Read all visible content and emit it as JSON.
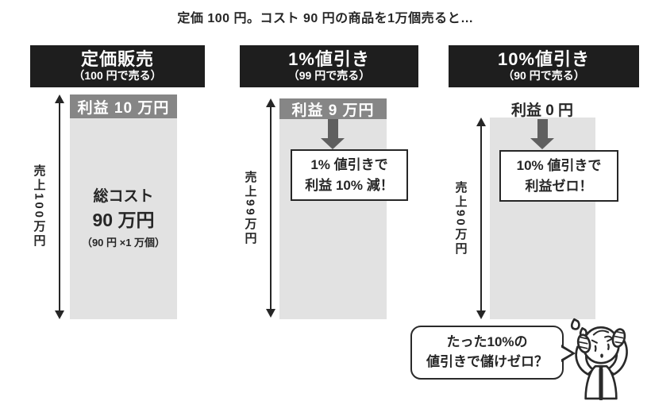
{
  "title": "定価 100 円。コスト 90 円の商品を1万個売ると…",
  "columns": [
    {
      "id": "regular-price",
      "header": {
        "line1": "定価販売",
        "line2": "（100 円で売る）"
      },
      "sales_axis_label": "売上100万円",
      "profit_band_label": "利益 10 万円",
      "cost_block": {
        "line1": "総コスト",
        "line2": "90 万円",
        "line3": "（90 円 ×1 万個）"
      }
    },
    {
      "id": "discount-1pct",
      "header": {
        "line1": "1%値引き",
        "line2": "（99 円で売る）"
      },
      "sales_axis_label": "売上99万円",
      "profit_band_label": "利益 9 万円",
      "callout": {
        "line1": "1% 値引きで",
        "line2": "利益 10% 減！"
      }
    },
    {
      "id": "discount-10pct",
      "header": {
        "line1": "10%値引き",
        "line2": "（90 円で売る）"
      },
      "sales_axis_label": "売上90万円",
      "profit_label": "利益 0 円",
      "callout": {
        "line1": "10% 値引きで",
        "line2": "利益ゼロ！"
      }
    }
  ],
  "speech_bubble": {
    "line1": "たった10%の",
    "line2": "値引きで儲けゼロ？"
  },
  "icons": {
    "down_arrow": "fat-down-arrow",
    "range_arrow": "double-headed-vertical-arrow",
    "character": "worried-person-illustration"
  },
  "colors": {
    "header_bg": "#1e1e1e",
    "header_text": "#ffffff",
    "profit_band": "#868686",
    "cost_bar": "#e2e2e2",
    "fat_arrow": "#5f5f5f",
    "ink": "#262626",
    "background": "#ffffff"
  },
  "chart_data": {
    "type": "bar",
    "orientation": "vertical-stacked",
    "title": "定価 100 円。コスト 90 円の商品を1万個売ると…",
    "categories": [
      "定価販売（100円で売る）",
      "1%値引き（99円で売る）",
      "10%値引き（90円で売る）"
    ],
    "series": [
      {
        "name": "利益",
        "values": [
          10,
          9,
          0
        ]
      },
      {
        "name": "総コスト",
        "values": [
          90,
          90,
          90
        ]
      }
    ],
    "totals_sales": [
      100,
      99,
      90
    ],
    "unit": "万円",
    "annotations": [
      "利益 10 万円",
      "利益 9 万円",
      "利益 0 円",
      "1% 値引きで利益 10% 減！",
      "10% 値引きで利益ゼロ！",
      "たった10%の値引きで儲けゼロ？"
    ],
    "axis_labels": [
      "売上100万円",
      "売上99万円",
      "売上90万円"
    ],
    "legend_position": "none",
    "grid": false
  }
}
